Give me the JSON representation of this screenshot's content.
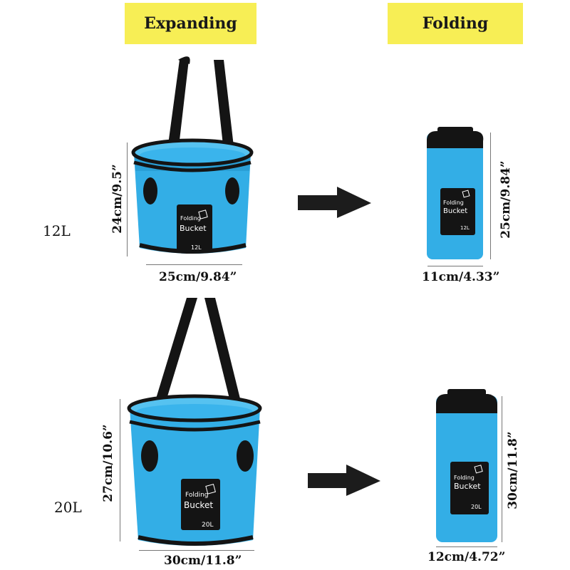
{
  "headers": {
    "expanding": "Expanding",
    "folding": "Folding"
  },
  "rows": [
    {
      "size": "12L",
      "bucket_height": "24cm/9.5”",
      "bucket_width": "25cm/9.84”",
      "folded_height": "25cm/9.84”",
      "folded_width": "11cm/4.33”"
    },
    {
      "size": "20L",
      "bucket_height": "27cm/10.6”",
      "bucket_width": "30cm/11.8”",
      "folded_height": "30cm/11.8”",
      "folded_width": "12cm/4.72”"
    }
  ],
  "product_label": {
    "line1": "Folding",
    "line2": "Bucket"
  },
  "colors": {
    "banner": "#f7ee55",
    "bucket_blue": "#33aee6",
    "trim": "#141414",
    "arrow": "#1c1c1c"
  }
}
